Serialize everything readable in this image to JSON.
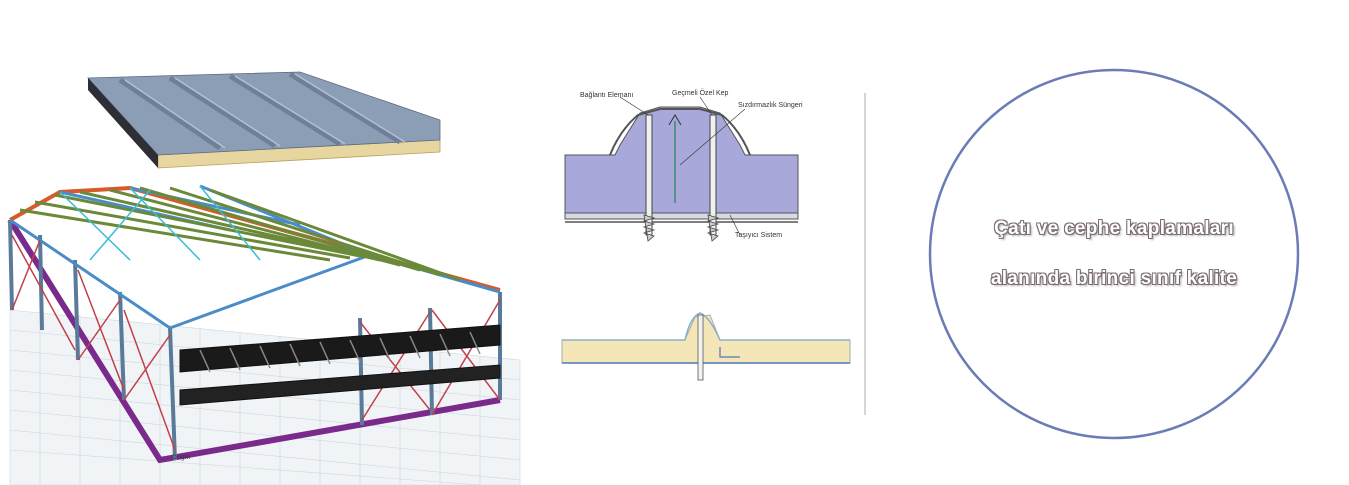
{
  "diagram": {
    "labels": {
      "fastener": "Bağlantı Elemanı",
      "cap": "Geçmeli Özel Kep",
      "sponge": "Sızdırmazlık Süngeri",
      "carrier": "Taşıyıcı Sistem"
    }
  },
  "structure": {
    "origin_label": "Origin"
  },
  "circle": {
    "line1": "Çatı ve cephe kaplamaları",
    "line2": "alanında birinci sınıf kalite",
    "border_color": "#6b7bb5"
  }
}
